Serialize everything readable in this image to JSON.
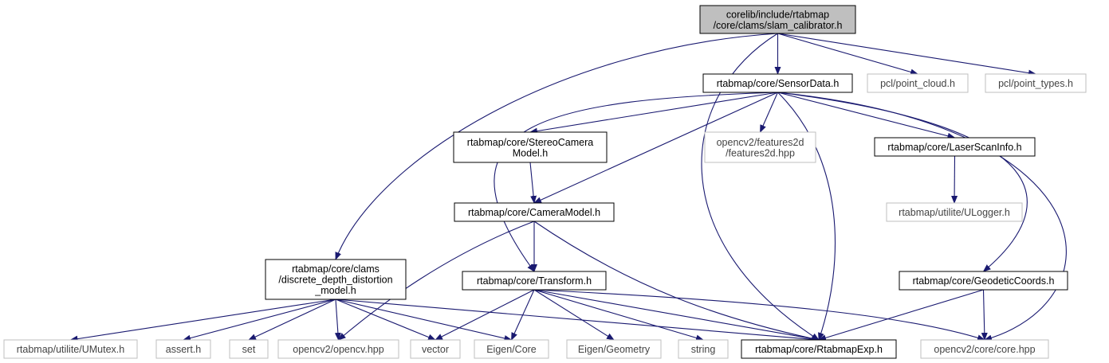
{
  "title": "corelib/include/rtabmap/core/clams/slam_calibrator.h include dependency graph",
  "colors": {
    "edge": "#191970",
    "root_fill": "#bfbfbf",
    "node_border": "#000000",
    "external_border": "#bfbfbf",
    "background": "#ffffff"
  },
  "nodes": {
    "root": {
      "lines": [
        "corelib/include/rtabmap",
        "/core/clams/slam_calibrator.h"
      ]
    },
    "sensordata": {
      "lines": [
        "rtabmap/core/SensorData.h"
      ]
    },
    "pcl_point_cloud": {
      "lines": [
        "pcl/point_cloud.h"
      ]
    },
    "pcl_point_types": {
      "lines": [
        "pcl/point_types.h"
      ]
    },
    "stereocamera": {
      "lines": [
        "rtabmap/core/StereoCamera",
        "Model.h"
      ]
    },
    "features2d": {
      "lines": [
        "opencv2/features2d",
        "/features2d.hpp"
      ]
    },
    "laserscaninfo": {
      "lines": [
        "rtabmap/core/LaserScanInfo.h"
      ]
    },
    "cameramodel": {
      "lines": [
        "rtabmap/core/CameraModel.h"
      ]
    },
    "ulogger": {
      "lines": [
        "rtabmap/utilite/ULogger.h"
      ]
    },
    "discrete": {
      "lines": [
        "rtabmap/core/clams",
        "/discrete_depth_distortion",
        "_model.h"
      ]
    },
    "transform": {
      "lines": [
        "rtabmap/core/Transform.h"
      ]
    },
    "geodetic": {
      "lines": [
        "rtabmap/core/GeodeticCoords.h"
      ]
    },
    "umutex": {
      "lines": [
        "rtabmap/utilite/UMutex.h"
      ]
    },
    "assert": {
      "lines": [
        "assert.h"
      ]
    },
    "set": {
      "lines": [
        "set"
      ]
    },
    "opencv": {
      "lines": [
        "opencv2/opencv.hpp"
      ]
    },
    "vector": {
      "lines": [
        "vector"
      ]
    },
    "eigencore": {
      "lines": [
        "Eigen/Core"
      ]
    },
    "eigengeom": {
      "lines": [
        "Eigen/Geometry"
      ]
    },
    "string": {
      "lines": [
        "string"
      ]
    },
    "rtabmapexp": {
      "lines": [
        "rtabmap/core/RtabmapExp.h"
      ]
    },
    "corehpp": {
      "lines": [
        "opencv2/core/core.hpp"
      ]
    }
  },
  "edges": [
    [
      "root",
      "sensordata"
    ],
    [
      "root",
      "pcl_point_cloud"
    ],
    [
      "root",
      "pcl_point_types"
    ],
    [
      "root",
      "discrete"
    ],
    [
      "root",
      "rtabmapexp"
    ],
    [
      "sensordata",
      "stereocamera"
    ],
    [
      "sensordata",
      "features2d"
    ],
    [
      "sensordata",
      "laserscaninfo"
    ],
    [
      "sensordata",
      "cameramodel"
    ],
    [
      "sensordata",
      "transform"
    ],
    [
      "sensordata",
      "geodetic"
    ],
    [
      "sensordata",
      "rtabmapexp"
    ],
    [
      "sensordata",
      "corehpp"
    ],
    [
      "stereocamera",
      "cameramodel"
    ],
    [
      "laserscaninfo",
      "ulogger"
    ],
    [
      "cameramodel",
      "transform"
    ],
    [
      "cameramodel",
      "opencv"
    ],
    [
      "cameramodel",
      "rtabmapexp"
    ],
    [
      "discrete",
      "umutex"
    ],
    [
      "discrete",
      "assert"
    ],
    [
      "discrete",
      "set"
    ],
    [
      "discrete",
      "opencv"
    ],
    [
      "discrete",
      "vector"
    ],
    [
      "discrete",
      "eigencore"
    ],
    [
      "discrete",
      "rtabmapexp"
    ],
    [
      "transform",
      "vector"
    ],
    [
      "transform",
      "eigencore"
    ],
    [
      "transform",
      "eigengeom"
    ],
    [
      "transform",
      "string"
    ],
    [
      "transform",
      "rtabmapexp"
    ],
    [
      "transform",
      "corehpp"
    ],
    [
      "geodetic",
      "rtabmapexp"
    ],
    [
      "geodetic",
      "corehpp"
    ]
  ]
}
